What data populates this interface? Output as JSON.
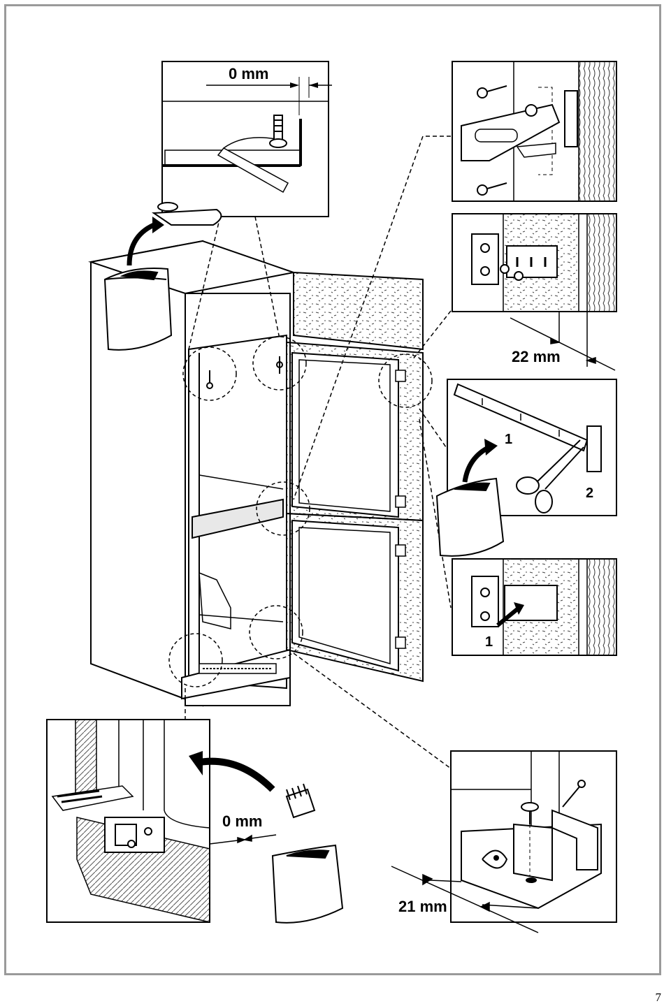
{
  "figure": {
    "labels": {
      "top_gap": "0 mm",
      "hinge_offset": "22 mm",
      "bottom_gap": "0 mm",
      "base_offset": "21 mm",
      "step_one_a": "1",
      "step_two": "2",
      "step_one_b": "1"
    }
  },
  "page": {
    "number": "7"
  }
}
